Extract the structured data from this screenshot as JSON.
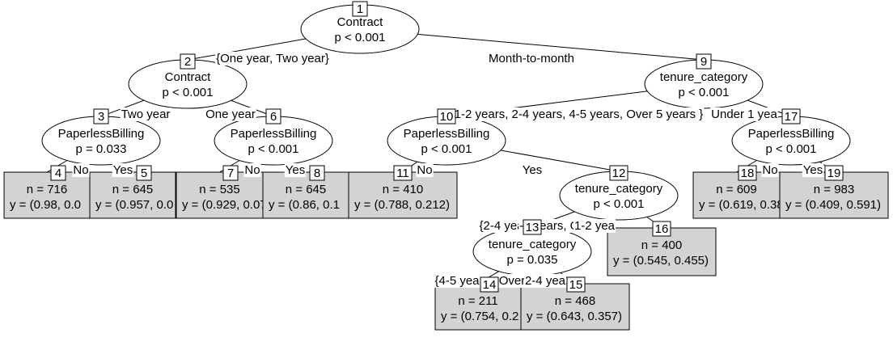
{
  "inner_nodes": [
    {
      "id": "1",
      "var": "Contract",
      "p": "p < 0.001"
    },
    {
      "id": "2",
      "var": "Contract",
      "p": "p < 0.001"
    },
    {
      "id": "3",
      "var": "PaperlessBilling",
      "p": "p = 0.033"
    },
    {
      "id": "6",
      "var": "PaperlessBilling",
      "p": "p < 0.001"
    },
    {
      "id": "9",
      "var": "tenure_category",
      "p": "p < 0.001"
    },
    {
      "id": "10",
      "var": "PaperlessBilling",
      "p": "p < 0.001"
    },
    {
      "id": "12",
      "var": "tenure_category",
      "p": "p < 0.001"
    },
    {
      "id": "13",
      "var": "tenure_category",
      "p": "p = 0.035"
    },
    {
      "id": "17",
      "var": "PaperlessBilling",
      "p": "p < 0.001"
    }
  ],
  "leaves": [
    {
      "id": "4",
      "n": "n = 716",
      "y": "y = (0.98, 0.0"
    },
    {
      "id": "5",
      "n": "n = 645",
      "y": "y = (0.957, 0.0"
    },
    {
      "id": "7",
      "n": "n = 535",
      "y": "y = (0.929, 0.07"
    },
    {
      "id": "8",
      "n": "n = 645",
      "y": "y = (0.86, 0.1"
    },
    {
      "id": "11",
      "n": "n = 410",
      "y": "y = (0.788, 0.212)"
    },
    {
      "id": "14",
      "n": "n = 211",
      "y": "y = (0.754, 0.2"
    },
    {
      "id": "15",
      "n": "n = 468",
      "y": "y = (0.643, 0.357)"
    },
    {
      "id": "16",
      "n": "n = 400",
      "y": "y = (0.545, 0.455)"
    },
    {
      "id": "18",
      "n": "n = 609",
      "y": "y = (0.619, 0.38"
    },
    {
      "id": "19",
      "n": "n = 983",
      "y": "y = (0.409, 0.591)"
    }
  ],
  "edge_labels": [
    "{One year, Two year}",
    "Month-to-month",
    "Two year",
    "One year",
    "No",
    "Yes",
    "No",
    "Yes",
    "{1-2 years, 2-4 years, 4-5 years, Over 5 years }",
    "Under 1 yea",
    "No",
    "Yes",
    "{2-4 yea",
    "-5 years, Ov",
    "1-2 yea",
    "{4-5 yea",
    "Over",
    "2-4 yea",
    "No",
    "Yes"
  ],
  "colors": {
    "leaf_fill": "#d3d3d3",
    "line": "#000000",
    "background": "#ffffff"
  }
}
